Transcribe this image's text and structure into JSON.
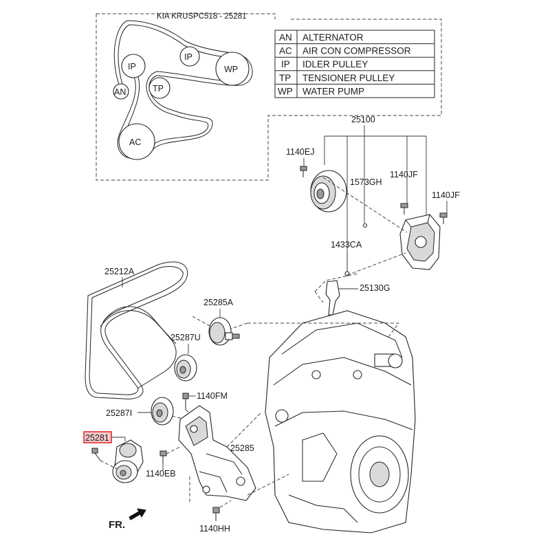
{
  "header": {
    "title": "KIA KRUSPC518 - 25281"
  },
  "inset_pulleys": {
    "ip_top": "IP",
    "ip_left": "IP",
    "wp": "WP",
    "tp": "TP",
    "an": "AN",
    "ac": "AC"
  },
  "legend": [
    {
      "code": "AN",
      "name": "ALTERNATOR"
    },
    {
      "code": "AC",
      "name": "AIR CON COMPRESSOR"
    },
    {
      "code": "IP",
      "name": "IDLER PULLEY"
    },
    {
      "code": "TP",
      "name": "TENSIONER PULLEY"
    },
    {
      "code": "WP",
      "name": "WATER PUMP"
    }
  ],
  "callouts": {
    "c25100": "25100",
    "c1140ej": "1140EJ",
    "c1573gh": "1573GH",
    "c1140jf_a": "1140JF",
    "c1140jf_b": "1140JF",
    "c1433ca": "1433CA",
    "c25130g": "25130G",
    "c25212a": "25212A",
    "c25285a": "25285A",
    "c25287u": "25287U",
    "c1140fm": "1140FM",
    "c25287i": "25287I",
    "c25281": "25281",
    "c25285": "25285",
    "c1140eb": "1140EB",
    "c1140hh": "1140HH"
  },
  "direction": {
    "label": "FR."
  },
  "colors": {
    "highlight_border": "#e02020",
    "highlight_fill": "#f7c9c9",
    "line": "#222222"
  }
}
